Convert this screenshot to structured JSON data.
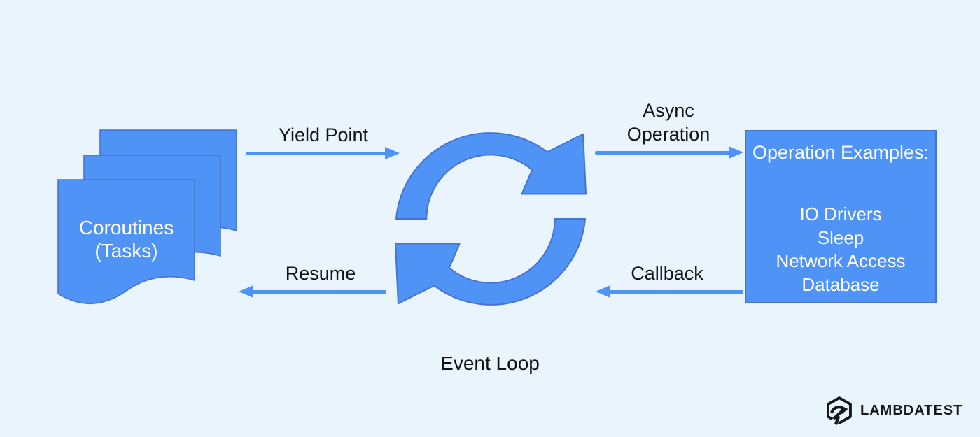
{
  "colors": {
    "background": "#e9f4fd",
    "shape_fill": "#4f93f6",
    "shape_border": "#4673cf",
    "label_text": "#101218",
    "shape_text": "#ffffff",
    "logo_color": "#14181d"
  },
  "diagram": {
    "coroutines": {
      "label_line1": "Coroutines",
      "label_line2": "(Tasks)"
    },
    "flows": {
      "yield": "Yield Point",
      "async_line1": "Async",
      "async_line2": "Operation",
      "callback": "Callback",
      "resume": "Resume"
    },
    "operations_box": {
      "title": "Operation Examples:",
      "items": [
        "IO Drivers",
        "Sleep",
        "Network Access",
        "Database"
      ]
    },
    "event_loop_label": "Event Loop"
  },
  "branding": {
    "logo_text": "LAMBDATEST"
  }
}
